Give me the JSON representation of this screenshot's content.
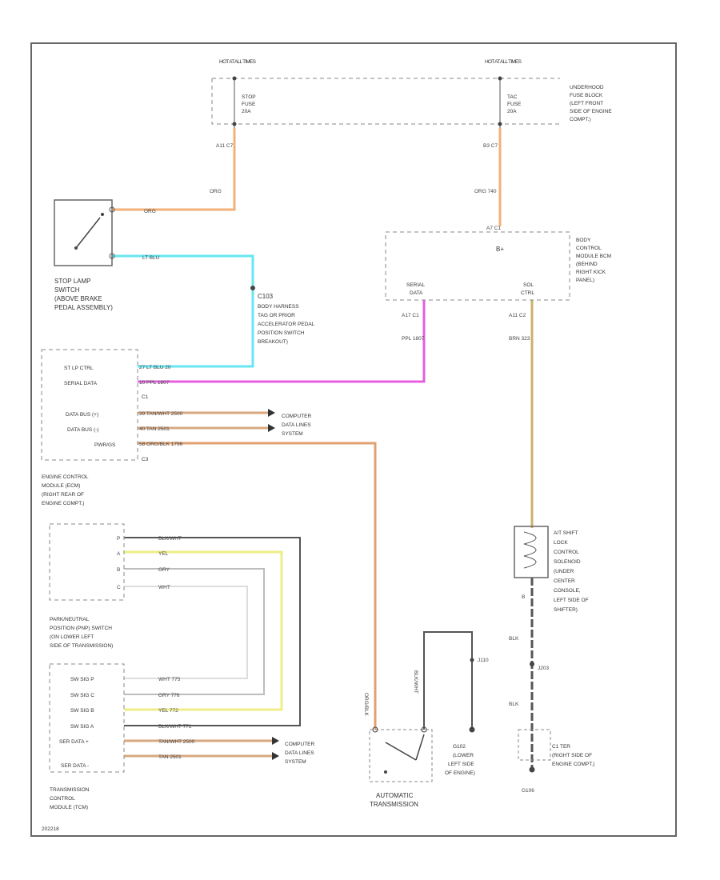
{
  "fuse_box": {
    "stop_hot": "HOT AT ALL TIMES",
    "stop_fuse_1": "STOP",
    "stop_fuse_2": "FUSE",
    "stop_fuse_3": "20A",
    "tac_hot": "HOT AT ALL TIMES",
    "tac_fuse_1": "TAC",
    "tac_fuse_2": "FUSE",
    "tac_fuse_3": "20A",
    "location_lines": [
      "UNDERHOOD",
      "FUSE BLOCK",
      "(LEFT FRONT",
      "SIDE OF ENGINE",
      "COMPT.)"
    ]
  },
  "wires": {
    "stop_pins": "A11   C7",
    "stop_color": "ORG",
    "tac_pins": "B3   C7",
    "tac_color": "ORG   740",
    "switch_org": "ORG",
    "switch_ltblu": "LT BLU",
    "pnk_ppl": "PPL   1807",
    "bcm_serial_pins": "A17   C1",
    "bcm_brn_pins": "A11   C2",
    "brn_label": "BRN   323",
    "ecm_pin_1": "27   LT BLU   20",
    "ecm_pin_2": "10   PPL   1807",
    "databus_1": "39   TAN/WHT   2500",
    "databus_2": "40   TAN   2501",
    "pwr_wire": "58   ORG/BLK   1796",
    "pnp_w1": "BLK/WHT",
    "pnp_w2": "YEL",
    "pnp_w3": "GRY",
    "pnp_w4": "WHT",
    "tcm_w1": "WHT   775",
    "tcm_w2": "GRY   776",
    "tcm_w3": "YEL   772",
    "tcm_w4": "BLK/WHT   771",
    "tcm_w5": "TAN/WHT   2500",
    "tcm_w6": "TAN   2501",
    "blk_1": "BLK",
    "blk_2": "BLK",
    "org_blk_vert": "ORG/BLK",
    "blk_wht_vert": "BLK/WHT"
  },
  "stop_switch": {
    "lines": [
      "STOP LAMP",
      "SWITCH",
      "(ABOVE BRAKE",
      "PEDAL ASSEMBLY)"
    ]
  },
  "splice": {
    "id": "C103",
    "lines": [
      "BODY HARNESS",
      "TAG OR PRIOR",
      "ACCELERATOR PEDAL",
      "POSITION SWITCH",
      "BREAKOUT)"
    ]
  },
  "bcm": {
    "power": "B+",
    "serial_1": "SERIAL",
    "serial_2": "DATA",
    "sol_1": "SOL",
    "sol_2": "CTRL",
    "top_pins": "A7   C1",
    "lines": [
      "BODY",
      "CONTROL",
      "MODULE BCM",
      "(BEHIND",
      "RIGHT KICK",
      "PANEL)"
    ]
  },
  "ecm": {
    "pins": [
      "ST LP CTRL",
      "SERIAL DATA",
      "C1",
      "DATA BUS (+)",
      "DATA BUS (-)",
      "PWR/GS",
      "C3"
    ],
    "lines": [
      "ENGINE CONTROL",
      "MODULE (ECM)",
      "(RIGHT REAR OF",
      "ENGINE COMPT.)"
    ]
  },
  "computer_data_1": [
    "COMPUTER",
    "DATA LINES",
    "SYSTEM"
  ],
  "computer_data_2": [
    "COMPUTER",
    "DATA LINES",
    "SYSTEM"
  ],
  "pnp_switch": {
    "pins": [
      "P",
      "A",
      "B",
      "C"
    ],
    "lines": [
      "PARK/NEUTRAL",
      "POSITION (PNP) SWITCH",
      "(ON LOWER LEFT",
      "SIDE OF TRANSMISSION)"
    ]
  },
  "tcm": {
    "pins": [
      "SW SIG P",
      "SW SIG C",
      "SW SIG B",
      "SW SIG A",
      "SER DATA +",
      "SER DATA -"
    ],
    "lines": [
      "TRANSMISSION",
      "CONTROL",
      "MODULE (TCM)"
    ]
  },
  "auto_trans": {
    "lines": [
      "AUTOMATIC",
      "TRANSMISSION"
    ]
  },
  "ground_engine": {
    "id": "J110",
    "lines": [
      "G102",
      "(LOWER",
      "LEFT SIDE",
      "OF ENGINE)"
    ]
  },
  "shift_lock": {
    "pin": "B",
    "lines": [
      "A/T SHIFT",
      "LOCK",
      "CONTROL",
      "SOLENOID",
      "(UNDER",
      "CENTER",
      "CONSOLE,",
      "LEFT SIDE OF",
      "SHIFTER)"
    ]
  },
  "splice_blk": {
    "id": "J203"
  },
  "ground_body": {
    "id": "G106",
    "lines": [
      "C1 TER",
      "(RIGHT SIDE OF",
      "ENGINE COMPT.)"
    ]
  },
  "diagram_id": "202218",
  "colors": {
    "orange": "#F2B07A",
    "cyan": "#66E6F0",
    "magenta": "#E55FE0",
    "yellow": "#EEEE88",
    "olive": "#C9B36A",
    "gray": "#BDBDBD",
    "black": "#444444",
    "tan": "#D9A882"
  }
}
